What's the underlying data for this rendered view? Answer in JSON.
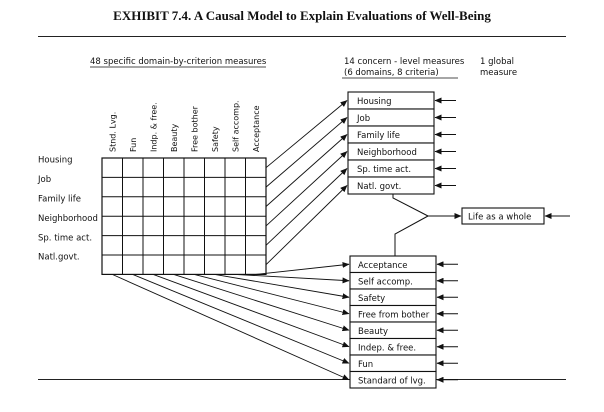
{
  "title": "EXHIBIT 7.4. A Causal Model to Explain Evaluations of Well-Being",
  "headers": {
    "specific_measures": "48 specific domain-by-criterion measures",
    "concern_line1": "14 concern - level measures",
    "concern_line2": "(6 domains, 8 criteria)",
    "global_line1": "1 global",
    "global_line2": "measure"
  },
  "domains": [
    "Housing",
    "Job",
    "Family life",
    "Neighborhood",
    "Sp. time act.",
    "Natl.govt."
  ],
  "criteria": [
    "Stnd. Lvg.",
    "Fun",
    "Indp. & free.",
    "Beauty",
    "Free bother",
    "Safety",
    "Self accomp.",
    "Acceptance"
  ],
  "domain_boxes": [
    "Housing",
    "Job",
    "Family life",
    "Neighborhood",
    "Sp. time act.",
    "Natl. govt."
  ],
  "criterion_boxes": [
    "Acceptance",
    "Self accomp.",
    "Safety",
    "Free from bother",
    "Beauty",
    "Indep. & free.",
    "Fun",
    "Standard of lvg."
  ],
  "global_box": "Life as a whole"
}
